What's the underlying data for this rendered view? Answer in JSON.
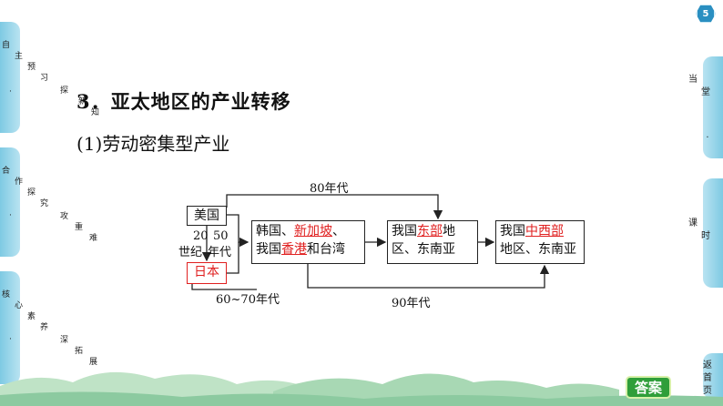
{
  "page_badge": "5",
  "left_nav": {
    "section1": [
      "自",
      "主",
      "预",
      "习",
      "探",
      "新",
      "知"
    ],
    "section2": [
      "合",
      "作",
      "探",
      "究",
      "攻",
      "重",
      "难"
    ],
    "section3": [
      "核",
      "心",
      "素",
      "养",
      "深",
      "拓",
      "展"
    ],
    "dot": "·"
  },
  "right_nav": {
    "section1": [
      "当",
      "堂"
    ],
    "section2": [
      "课",
      "时"
    ],
    "section3": [
      "返",
      "首",
      "页"
    ],
    "dot": "·"
  },
  "title": "3．亚太地区的产业转移",
  "subtitle": "(1)劳动密集型产业",
  "diagram": {
    "usa": "美国",
    "japan": "日本",
    "era_20": "20",
    "era_50": "50",
    "era_century": "世纪",
    "era_decade": "年代",
    "label_80s": "80年代",
    "label_60_70s": "60~70年代",
    "label_90s": "90年代",
    "box1_a": "韩国、",
    "box1_b": "新加坡",
    "box1_c": "、",
    "box1_d": "我国",
    "box1_e": "香港",
    "box1_f": "和台湾",
    "box2_a": "我国",
    "box2_b": "东部",
    "box2_c": "地",
    "box2_d": "区、东南亚",
    "box3_a": "我国",
    "box3_b": "中西部",
    "box3_c": "地区、东南亚"
  },
  "answer_button": "答案"
}
